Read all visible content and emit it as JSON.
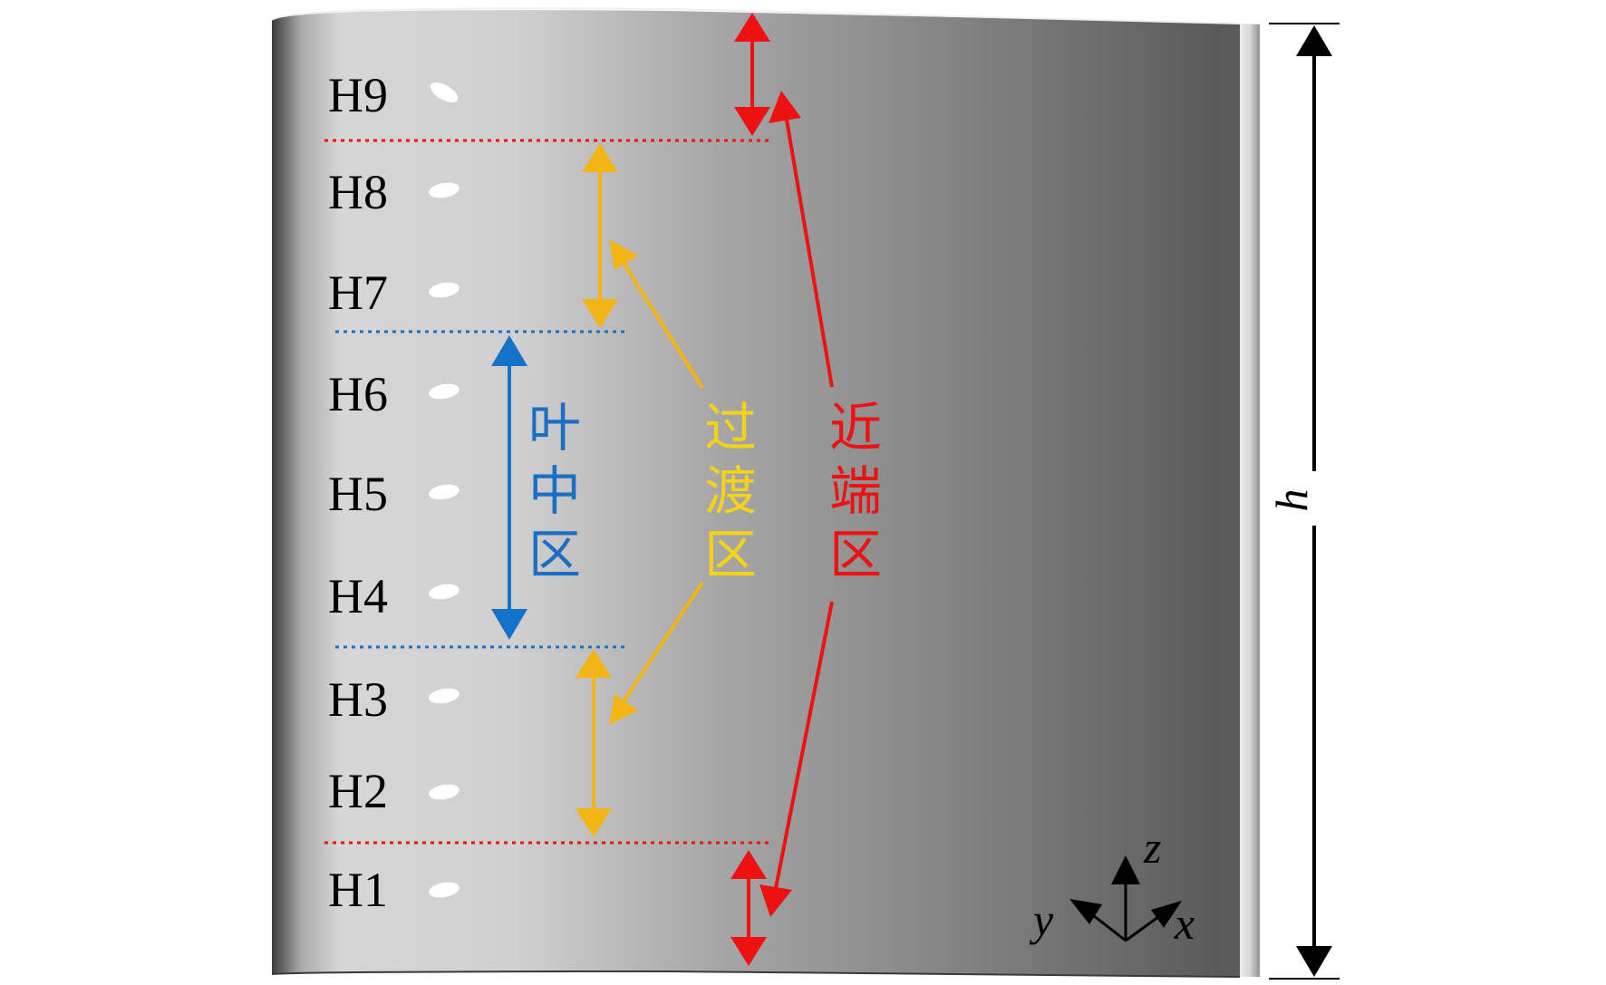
{
  "figure": {
    "hole_labels": [
      "H9",
      "H8",
      "H7",
      "H6",
      "H5",
      "H4",
      "H3",
      "H2",
      "H1"
    ],
    "regions": {
      "midspan": {
        "chars": [
          "叶",
          "中",
          "区"
        ],
        "color": "#1a6fc4"
      },
      "transition": {
        "chars": [
          "过",
          "渡",
          "区"
        ],
        "color": "#f5c518"
      },
      "near_endwall": {
        "chars": [
          "近",
          "端",
          "区"
        ],
        "color": "#ee1111"
      }
    },
    "height_label": "h",
    "axes": {
      "z": "z",
      "y": "y",
      "x": "x"
    },
    "colors": {
      "blue": "#1473c8",
      "amber": "#f2b515",
      "red": "#ee1111",
      "black": "#000000"
    }
  }
}
